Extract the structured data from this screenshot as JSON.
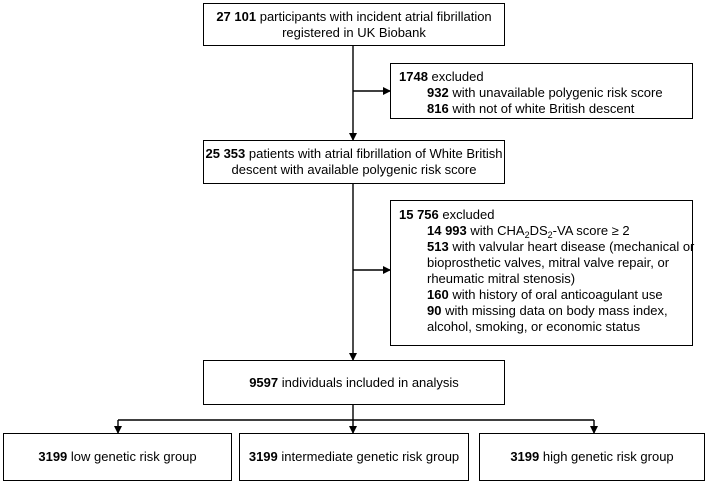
{
  "box1": {
    "count": "27 101",
    "text1": "participants with incident atrial fibrillation",
    "text2": "registered in UK Biobank"
  },
  "excl1": {
    "count": "1748",
    "label": "excluded",
    "items": [
      {
        "count": "932",
        "text": "with unavailable polygenic risk score"
      },
      {
        "count": "816",
        "text": "with not of white British descent"
      }
    ]
  },
  "box2": {
    "count": "25 353",
    "text1": "patients with atrial fibrillation of White British",
    "text2": "descent with available polygenic risk score"
  },
  "excl2": {
    "count": "15 756",
    "label": "excluded",
    "item1": {
      "count": "14 993",
      "pre": "with CHA",
      "s1": "2",
      "mid": "DS",
      "s2": "2",
      "post": "-VA score ≥ 2"
    },
    "item2": {
      "count": "513",
      "lines": [
        "with valvular heart disease (mechanical or",
        "bioprosthetic valves, mitral valve repair, or",
        "rheumatic mitral stenosis)"
      ]
    },
    "item3": {
      "count": "160",
      "text": "with history of oral anticoagulant use"
    },
    "item4": {
      "count": "90",
      "lines": [
        "with missing data on body mass index,",
        "alcohol, smoking, or economic status"
      ]
    }
  },
  "box3": {
    "count": "9597",
    "text": "individuals included in analysis"
  },
  "groups": [
    {
      "count": "3199",
      "text": "low genetic risk group"
    },
    {
      "count": "3199",
      "text": "intermediate genetic risk group"
    },
    {
      "count": "3199",
      "text": "high genetic risk group"
    }
  ]
}
